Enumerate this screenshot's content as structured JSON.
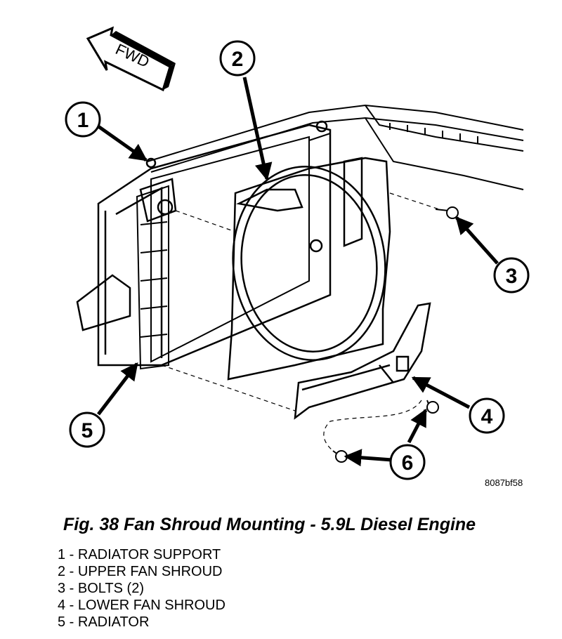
{
  "direction_label": "FWD",
  "figure_id": "8087bf58",
  "caption": "Fig. 38 Fan Shroud Mounting - 5.9L Diesel Engine",
  "callouts": [
    "1",
    "2",
    "3",
    "4",
    "5",
    "6"
  ],
  "legend": [
    "1 - RADIATOR SUPPORT",
    "2 - UPPER FAN SHROUD",
    "3 - BOLTS (2)",
    "4 - LOWER FAN SHROUD",
    "5 - RADIATOR"
  ]
}
